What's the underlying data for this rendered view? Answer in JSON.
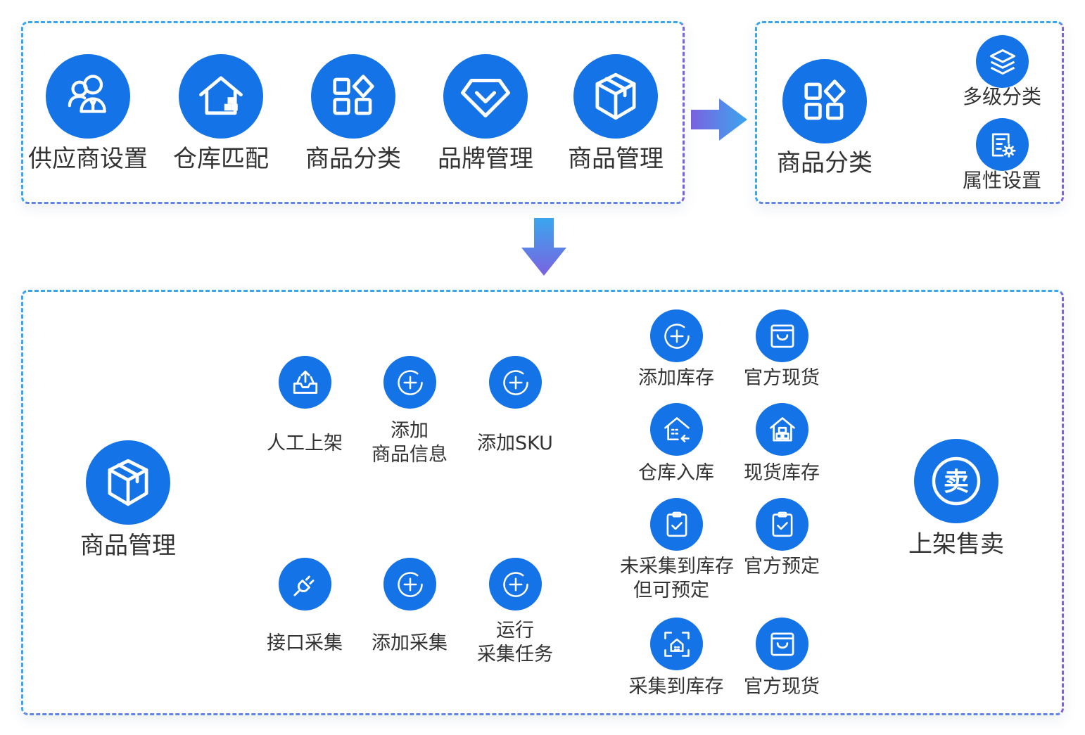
{
  "colors": {
    "accent": "#1473e6",
    "border_start": "#3aa6ee",
    "border_end": "#7b62e0",
    "connector": "#1473e6"
  },
  "top_flow": [
    {
      "label": "供应商设置",
      "icon": "users-icon"
    },
    {
      "label": "仓库匹配",
      "icon": "warehouse-icon"
    },
    {
      "label": "商品分类",
      "icon": "category-grid-icon"
    },
    {
      "label": "品牌管理",
      "icon": "diamond-icon"
    },
    {
      "label": "商品管理",
      "icon": "box-icon"
    }
  ],
  "category_panel": {
    "root": {
      "label": "商品分类",
      "icon": "category-grid-icon"
    },
    "children": [
      {
        "label": "多级分类",
        "icon": "layers-icon"
      },
      {
        "label": "属性设置",
        "icon": "settings-document-icon"
      }
    ]
  },
  "goods_flow": {
    "root": {
      "label": "商品管理",
      "icon": "box-icon"
    },
    "manual": [
      {
        "label": "人工上架",
        "icon": "inbox-upload-icon"
      },
      {
        "lines": [
          "添加",
          "商品信息"
        ],
        "icon": "plus-circle-icon"
      },
      {
        "label": "添加SKU",
        "icon": "plus-circle-icon"
      }
    ],
    "api": [
      {
        "label": "接口采集",
        "icon": "plug-icon"
      },
      {
        "label": "添加采集",
        "icon": "plus-circle-icon"
      },
      {
        "lines": [
          "运行",
          "采集任务"
        ],
        "icon": "plus-circle-icon"
      }
    ],
    "branches": [
      {
        "source": {
          "label": "添加库存",
          "icon": "plus-circle-icon"
        },
        "result": {
          "label": "官方现货",
          "icon": "shopping-bag-icon"
        }
      },
      {
        "source": {
          "label": "仓库入库",
          "icon": "warehouse-inbound-icon"
        },
        "result": {
          "label": "现货库存",
          "icon": "home-goods-icon"
        }
      },
      {
        "source": {
          "lines": [
            "未采集到库存",
            "但可预定"
          ],
          "icon": "clipboard-check-icon"
        },
        "result": {
          "label": "官方预定",
          "icon": "clipboard-check-icon"
        }
      },
      {
        "source": {
          "label": "采集到库存",
          "icon": "scan-building-icon"
        },
        "result": {
          "label": "官方现货",
          "icon": "shopping-bag-icon"
        }
      }
    ],
    "final": {
      "label": "上架售卖",
      "icon": "sell-badge-icon",
      "glyph": "卖"
    }
  }
}
